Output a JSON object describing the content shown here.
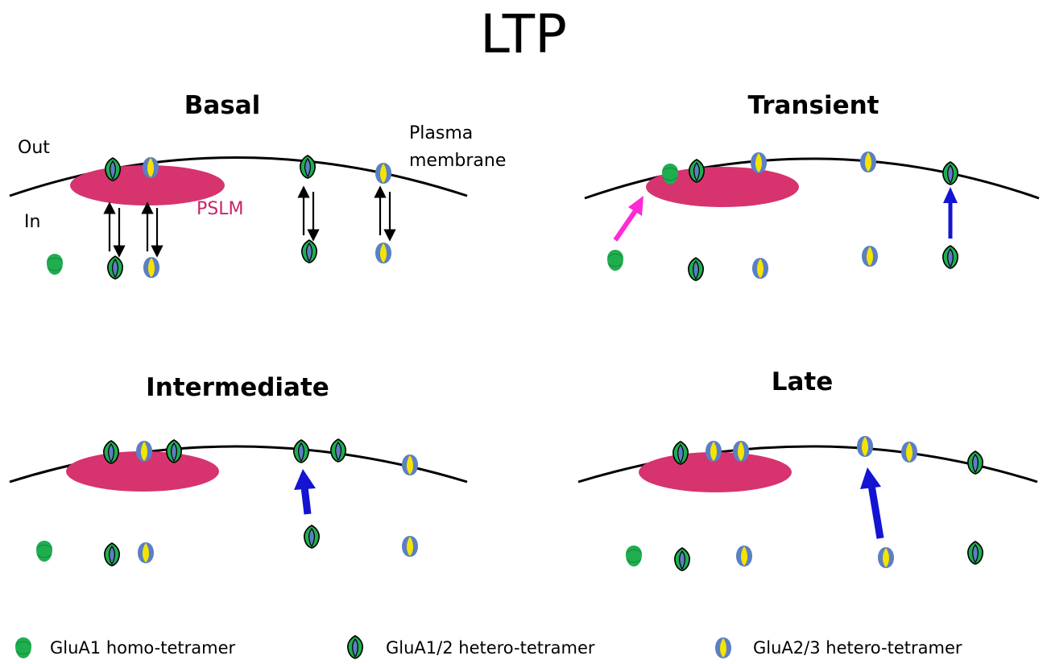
{
  "title": "LTP",
  "colors": {
    "membrane": "#000000",
    "pslm": "#d6336f",
    "green": "#1fae4f",
    "blue": "#5b7fc4",
    "yellow": "#f5e400",
    "magenta_arrow": "#ff2ad6",
    "blue_arrow": "#1414d2"
  },
  "labels": {
    "out": "Out",
    "in": "In",
    "plasma_membrane_line1": "Plasma",
    "plasma_membrane_line2": "membrane",
    "pslm": "PSLM"
  },
  "panels": {
    "basal": {
      "title": "Basal"
    },
    "transient": {
      "title": "Transient"
    },
    "intermediate": {
      "title": "Intermediate"
    },
    "late": {
      "title": "Late"
    }
  },
  "legend": [
    {
      "icon": "glua1-homo-tetramer-icon",
      "text": "GluA1 homo-tetramer"
    },
    {
      "icon": "glua1-2-hetero-tetramer-icon",
      "text": "GluA1/2 hetero-tetramer"
    },
    {
      "icon": "glua2-3-hetero-tetramer-icon",
      "text": "GluA2/3 hetero-tetramer"
    }
  ]
}
